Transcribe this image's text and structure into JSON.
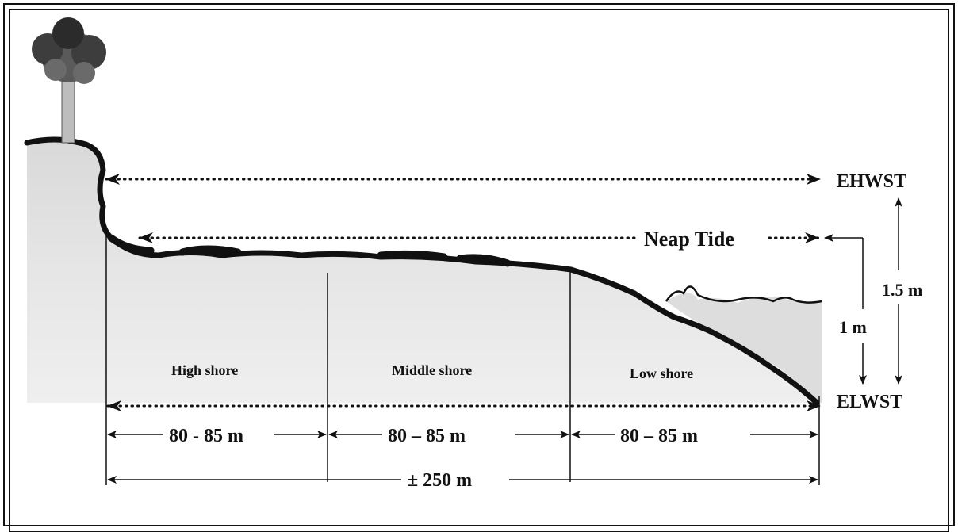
{
  "diagram": {
    "levels": {
      "ehwst": "EHWST",
      "neap": "Neap Tide",
      "elwst": "ELWST"
    },
    "heights": {
      "one": "1 m",
      "onefive": "1.5 m"
    },
    "zones": {
      "high": "High shore",
      "middle": "Middle shore",
      "low": "Low shore"
    },
    "widths": {
      "high": "80 - 85 m",
      "middle": "80 – 85 m",
      "low": "80 – 85 m",
      "total": "± 250 m"
    }
  }
}
